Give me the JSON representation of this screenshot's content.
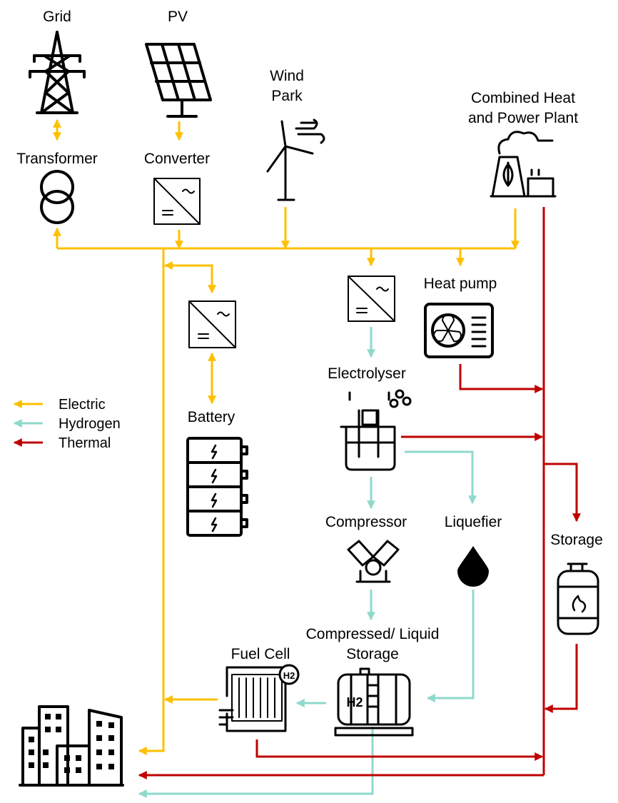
{
  "colors": {
    "electric": "#FFC000",
    "hydrogen": "#8FD9CC",
    "thermal": "#C00000"
  },
  "labels": {
    "grid": "Grid",
    "pv": "PV",
    "wind_1": "Wind",
    "wind_2": "Park",
    "chp_1": "Combined Heat",
    "chp_2": "and Power Plant",
    "transformer": "Transformer",
    "converter": "Converter",
    "heat_pump": "Heat pump",
    "electrolyser": "Electrolyser",
    "battery": "Battery",
    "compressor": "Compressor",
    "liquefier": "Liquefier",
    "storage": "Storage",
    "comp_storage_1": "Compressed/ Liquid",
    "comp_storage_2": "Storage",
    "fuel_cell": "Fuel Cell",
    "h2": "H2"
  },
  "legend": [
    {
      "label": "Electric"
    },
    {
      "label": "Hydrogen"
    },
    {
      "label": "Thermal"
    }
  ]
}
